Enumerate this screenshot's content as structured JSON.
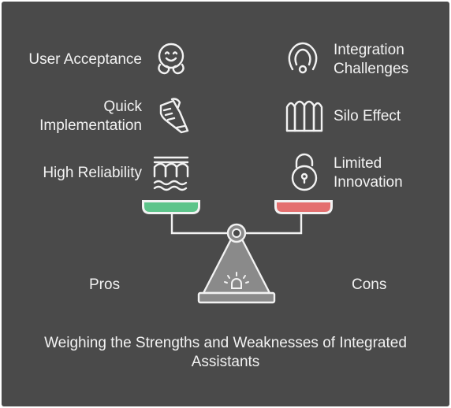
{
  "pros": {
    "label": "Pros",
    "items": [
      {
        "label": "User Acceptance",
        "icon": "hug-face-icon"
      },
      {
        "label": "Quick\nImplementation",
        "icon": "running-shoe-icon"
      },
      {
        "label": "High Reliability",
        "icon": "bridge-icon"
      }
    ]
  },
  "cons": {
    "label": "Cons",
    "items": [
      {
        "label": "Integration\nChallenges",
        "icon": "neck-pillow-icon"
      },
      {
        "label": "Silo Effect",
        "icon": "silos-icon"
      },
      {
        "label": "Limited\nInnovation",
        "icon": "padlock-icon"
      }
    ]
  },
  "caption": "Weighing the Strengths and Weaknesses of Integrated\nAssistants",
  "colors": {
    "background": "#4a4a4a",
    "pros_pan": "#5dc48a",
    "cons_pan": "#e46f6f",
    "scale_body": "#8a8a8a",
    "foreground": "#f2f2f2"
  }
}
